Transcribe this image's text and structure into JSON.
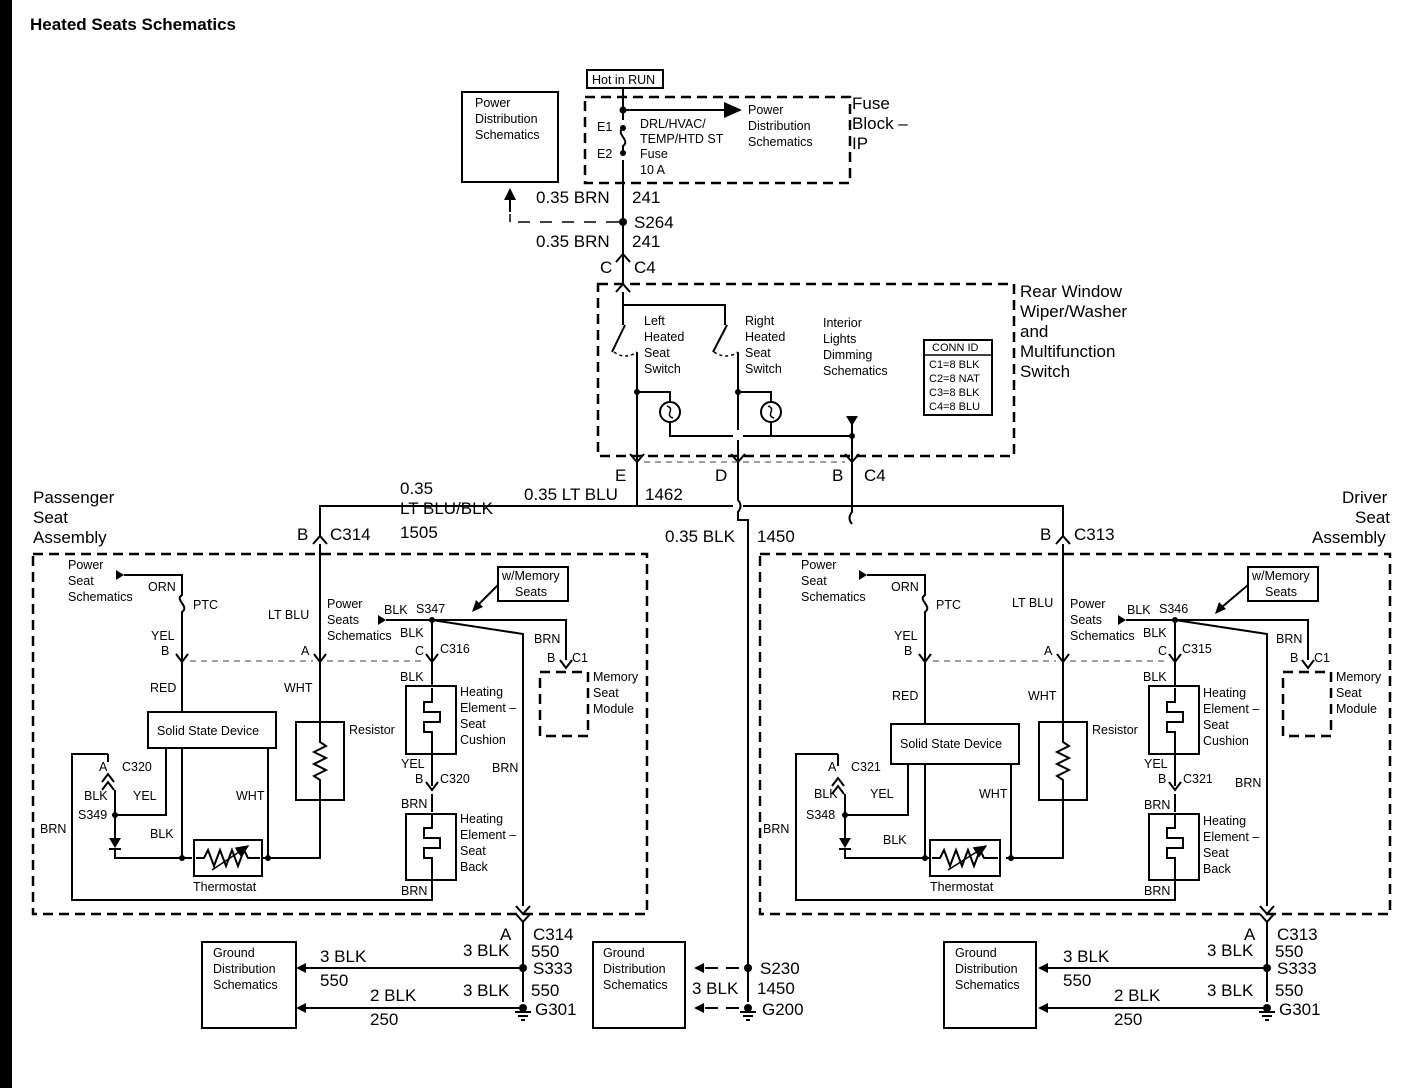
{
  "title": "Heated Seats Schematics",
  "top": {
    "hot_in_run": "Hot in RUN",
    "power_dist": [
      "Power",
      "Distribution",
      "Schematics"
    ],
    "fuse_block": [
      "Fuse",
      "Block –",
      "IP"
    ],
    "e1": "E1",
    "e2": "E2",
    "fuse_label": [
      "DRL/HVAC/",
      "TEMP/HTD ST",
      "Fuse",
      "10 A"
    ],
    "power_dist_arrow": [
      "Power",
      "Distribution",
      "Schematics"
    ],
    "wire_241_a": "0.35 BRN",
    "num_241_a": "241",
    "s264": "S264",
    "wire_241_b": "0.35 BRN",
    "num_241_b": "241",
    "c_pin": "C",
    "c4_top": "C4"
  },
  "switch": {
    "title": [
      "Rear Window",
      "Wiper/Washer",
      "and",
      "Multifunction",
      "Switch"
    ],
    "left": [
      "Left",
      "Heated",
      "Seat",
      "Switch"
    ],
    "right": [
      "Right",
      "Heated",
      "Seat",
      "Switch"
    ],
    "dimming": [
      "Interior",
      "Lights",
      "Dimming",
      "Schematics"
    ],
    "conn": [
      "CONN ID",
      "C1=8 BLK",
      "C2=8 NAT",
      "C3=8 BLK",
      "C4=8 BLU"
    ],
    "pin_e": "E",
    "pin_d": "D",
    "pin_b": "B",
    "c4_bottom": "C4",
    "wire_1505_gauge": "0.35",
    "wire_1505_color": "LT BLU/BLK",
    "num_1505": "1505",
    "wire_1462": "0.35 LT BLU",
    "num_1462": "1462",
    "wire_1450": "0.35 BLK",
    "num_1450": "1450"
  },
  "passenger": {
    "title": [
      "Passenger",
      "Seat",
      "Assembly"
    ],
    "pin_b": "B",
    "conn": "C314",
    "power_seat": [
      "Power",
      "Seat",
      "Schematics"
    ],
    "orn": "ORN",
    "ptc": "PTC",
    "yel": "YEL",
    "b": "B",
    "lt_blu": "LT BLU",
    "a": "A",
    "power_seats": [
      "Power",
      "Seats",
      "Schematics"
    ],
    "blk1": "BLK",
    "splice": "S347",
    "blk2": "BLK",
    "c": "C",
    "c316": "C316",
    "memory": [
      "w/Memory",
      "Seats"
    ],
    "brn1": "BRN",
    "b_c1": "B",
    "c1": "C1",
    "memory_module": [
      "Memory",
      "Seat",
      "Module"
    ],
    "red": "RED",
    "wht1": "WHT",
    "blk3": "BLK",
    "heat_cushion": [
      "Heating",
      "Element –",
      "Seat",
      "Cushion"
    ],
    "ssd": "Solid State Device",
    "resistor": "Resistor",
    "a2": "A",
    "c320a": "C320",
    "blk4": "BLK",
    "yel2": "YEL",
    "s349": "S349",
    "wht2": "WHT",
    "yel3": "YEL",
    "b2": "B",
    "c320b": "C320",
    "brn2": "BRN",
    "brn_side": "BRN",
    "blk5": "BLK",
    "brn3": "BRN",
    "heat_back": [
      "Heating",
      "Element –",
      "Seat",
      "Back"
    ],
    "thermostat": "Thermostat",
    "brn4": "BRN",
    "a3": "A",
    "c314b": "C314"
  },
  "driver": {
    "title": [
      "Driver",
      "Seat",
      "Assembly"
    ],
    "pin_b": "B",
    "conn": "C313",
    "power_seat": [
      "Power",
      "Seat",
      "Schematics"
    ],
    "orn": "ORN",
    "ptc": "PTC",
    "yel": "YEL",
    "b": "B",
    "lt_blu": "LT BLU",
    "a": "A",
    "power_seats": [
      "Power",
      "Seats",
      "Schematics"
    ],
    "blk1": "BLK",
    "splice": "S346",
    "blk2": "BLK",
    "c": "C",
    "c315": "C315",
    "memory": [
      "w/Memory",
      "Seats"
    ],
    "brn1": "BRN",
    "b_c1": "B",
    "c1": "C1",
    "memory_module": [
      "Memory",
      "Seat",
      "Module"
    ],
    "red": "RED",
    "wht1": "WHT",
    "blk3": "BLK",
    "heat_cushion": [
      "Heating",
      "Element –",
      "Seat",
      "Cushion"
    ],
    "ssd": "Solid State Device",
    "resistor": "Resistor",
    "a2": "A",
    "c321a": "C321",
    "blk4": "BLK",
    "yel2": "YEL",
    "s348": "S348",
    "wht2": "WHT",
    "yel3": "YEL",
    "b2": "B",
    "c321b": "C321",
    "brn2": "BRN",
    "brn_side": "BRN",
    "blk5": "BLK",
    "brn3": "BRN",
    "heat_back": [
      "Heating",
      "Element –",
      "Seat",
      "Back"
    ],
    "thermostat": "Thermostat",
    "brn4": "BRN",
    "a3": "A",
    "c313b": "C313"
  },
  "ground": {
    "gd": [
      "Ground",
      "Distribution",
      "Schematics"
    ],
    "left": {
      "a": "A",
      "c314": "C314",
      "w1": "3 BLK",
      "n1": "550",
      "w2": "3 BLK",
      "n2": "550",
      "s333": "S333",
      "w3": "2 BLK",
      "n3": "250",
      "w4": "3 BLK",
      "n4": "550",
      "g301": "G301"
    },
    "mid": {
      "s230": "S230",
      "w": "3 BLK",
      "n": "1450",
      "g200": "G200"
    },
    "right": {
      "a": "A",
      "c313": "C313",
      "w1": "3 BLK",
      "n1": "550",
      "w2": "3 BLK",
      "n2": "550",
      "s333": "S333",
      "w3": "2 BLK",
      "n3": "250",
      "w4": "3 BLK",
      "n4": "550",
      "g301": "G301"
    }
  }
}
